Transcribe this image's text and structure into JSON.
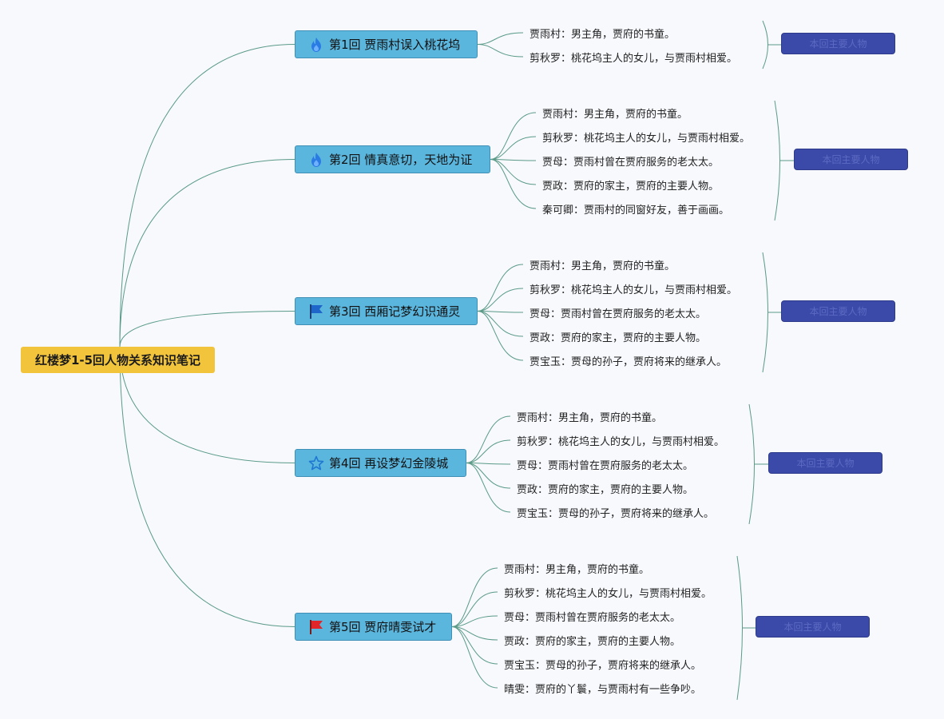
{
  "root": {
    "label": "红楼梦1-5回人物关系知识笔记"
  },
  "chapters": [
    {
      "label": "第1回 贾雨村误入桃花坞",
      "icon": "fire-icon",
      "summary": "本回主要人物",
      "characters": [
        "贾雨村：男主角，贾府的书童。",
        "剪秋罗：桃花坞主人的女儿，与贾雨村相爱。"
      ]
    },
    {
      "label": "第2回 情真意切，天地为证",
      "icon": "fire-icon",
      "summary": "本回主要人物",
      "characters": [
        "贾雨村：男主角，贾府的书童。",
        "剪秋罗：桃花坞主人的女儿，与贾雨村相爱。",
        "贾母：贾雨村曾在贾府服务的老太太。",
        "贾政：贾府的家主，贾府的主要人物。",
        "秦可卿：贾雨村的同窗好友，善于画画。"
      ]
    },
    {
      "label": "第3回 西厢记梦幻识通灵",
      "icon": "blue-flag-icon",
      "summary": "本回主要人物",
      "characters": [
        "贾雨村：男主角，贾府的书童。",
        "剪秋罗：桃花坞主人的女儿，与贾雨村相爱。",
        "贾母：贾雨村曾在贾府服务的老太太。",
        "贾政：贾府的家主，贾府的主要人物。",
        "贾宝玉：贾母的孙子，贾府将来的继承人。"
      ]
    },
    {
      "label": "第4回 再设梦幻金陵城",
      "icon": "star-outline-icon",
      "summary": "本回主要人物",
      "characters": [
        "贾雨村：男主角，贾府的书童。",
        "剪秋罗：桃花坞主人的女儿，与贾雨村相爱。",
        "贾母：贾雨村曾在贾府服务的老太太。",
        "贾政：贾府的家主，贾府的主要人物。",
        "贾宝玉：贾母的孙子，贾府将来的继承人。"
      ]
    },
    {
      "label": "第5回 贾府晴雯试才",
      "icon": "red-flag-icon",
      "summary": "本回主要人物",
      "characters": [
        "贾雨村：男主角，贾府的书童。",
        "剪秋罗：桃花坞主人的女儿，与贾雨村相爱。",
        "贾母：贾雨村曾在贾府服务的老太太。",
        "贾政：贾府的家主，贾府的主要人物。",
        "贾宝玉：贾母的孙子，贾府将来的继承人。",
        "晴雯：贾府的丫鬟，与贾雨村有一些争吵。"
      ]
    }
  ],
  "colors": {
    "root_fill": "#f2c43c",
    "chapter_fill": "#5bb6de",
    "summary_fill": "#3b4aa9",
    "connector": "#5a9a86"
  }
}
